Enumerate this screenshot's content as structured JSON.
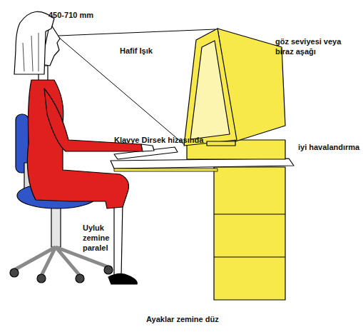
{
  "diagram": {
    "labels": [
      "450-710 mm",
      "Hafif Işık",
      "göz seviyesi veya biraz aşağı",
      "Klavye Dirsek hizasında",
      "iyi havalandırma",
      "Uyluk zemine paralel",
      "Ayaklar zemine düz"
    ]
  }
}
